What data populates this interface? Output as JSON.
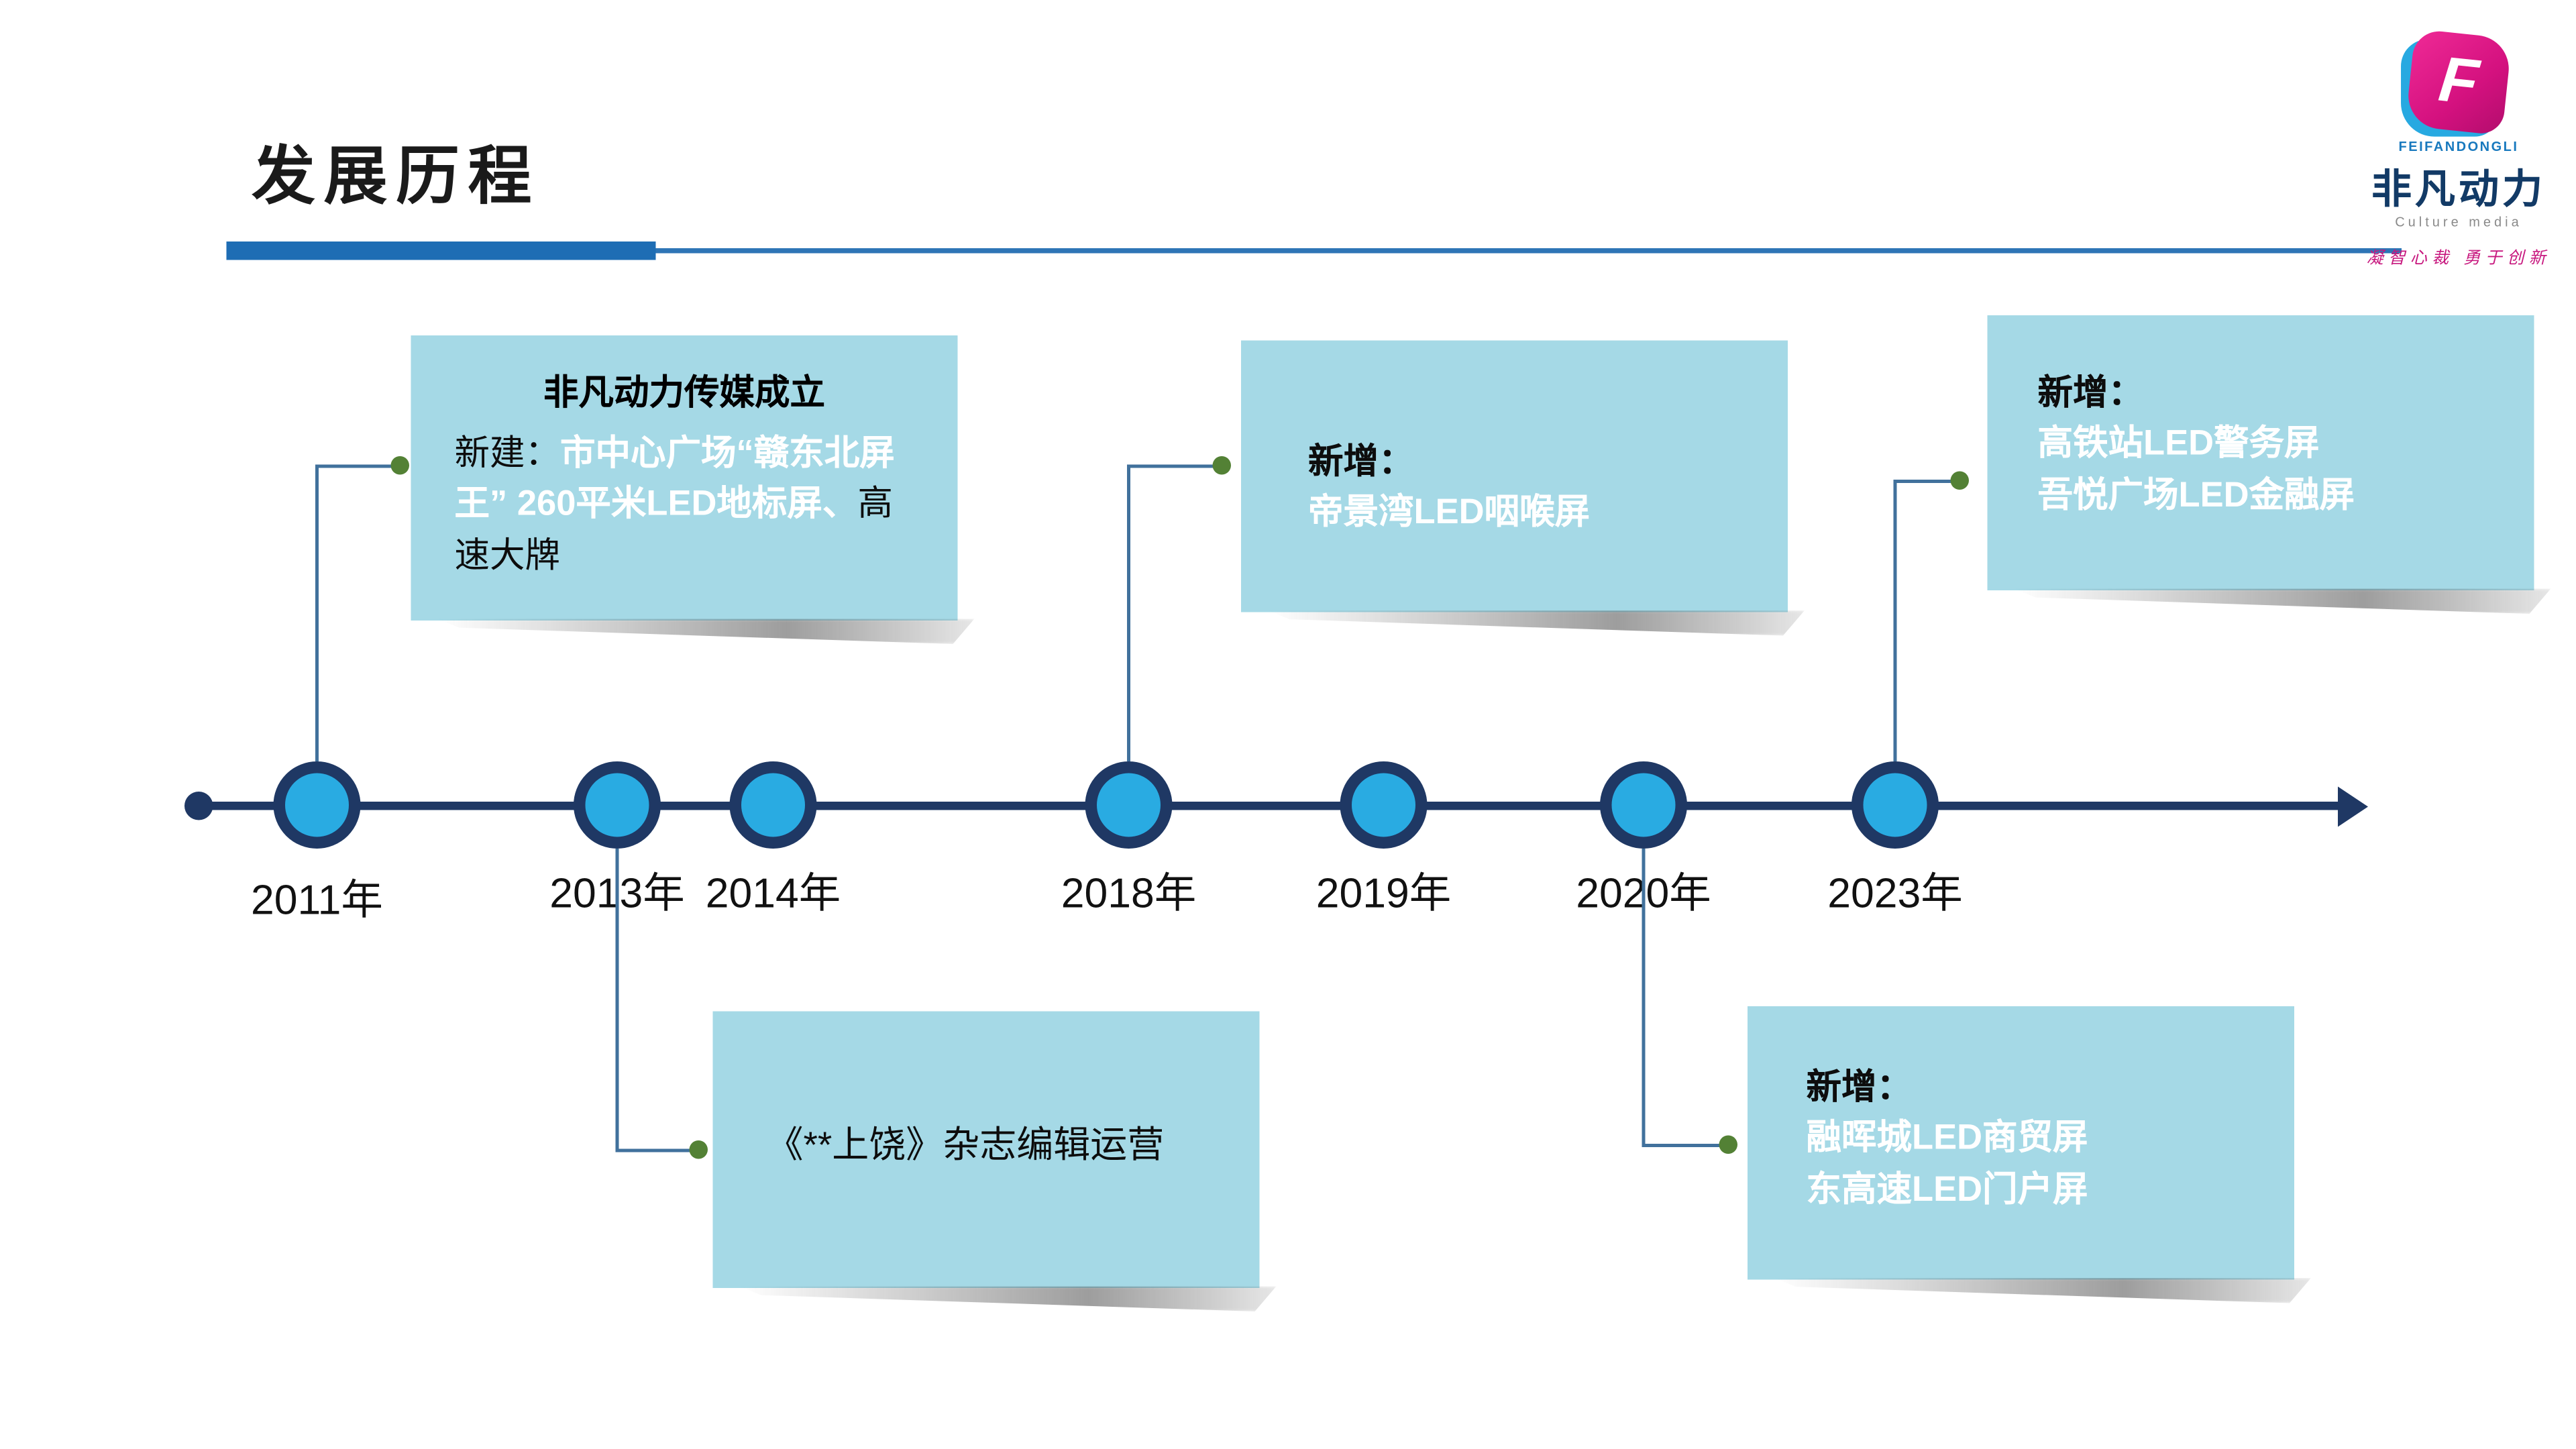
{
  "slide": {
    "title": "发展历程"
  },
  "logo": {
    "mark_letter": "F",
    "brand_en": "FEIFANDONGLI",
    "brand_cn": "非凡动力",
    "subtitle": "Culture media",
    "tagline": "凝智心裁 勇于创新"
  },
  "timeline": {
    "years": [
      "2011年",
      "2013年",
      "2014年",
      "2018年",
      "2019年",
      "2020年",
      "2023年"
    ]
  },
  "callouts": {
    "c2011": {
      "heading": "非凡动力传媒成立",
      "prefix": "新建：",
      "highlight": "市中心广场“赣东北屏王” 260平米LED地标屏、",
      "suffix": "高速大牌"
    },
    "c2018": {
      "prefix": "新增：",
      "lines": [
        "帝景湾LED咽喉屏"
      ]
    },
    "c2023": {
      "prefix": "新增：",
      "lines": [
        "高铁站LED警务屏",
        "吾悦广场LED金融屏"
      ]
    },
    "c2013": {
      "text": "《**上饶》杂志编辑运营"
    },
    "c2020": {
      "prefix": "新增：",
      "lines": [
        "融晖城LED商贸屏",
        "东高速LED门户屏"
      ]
    }
  }
}
